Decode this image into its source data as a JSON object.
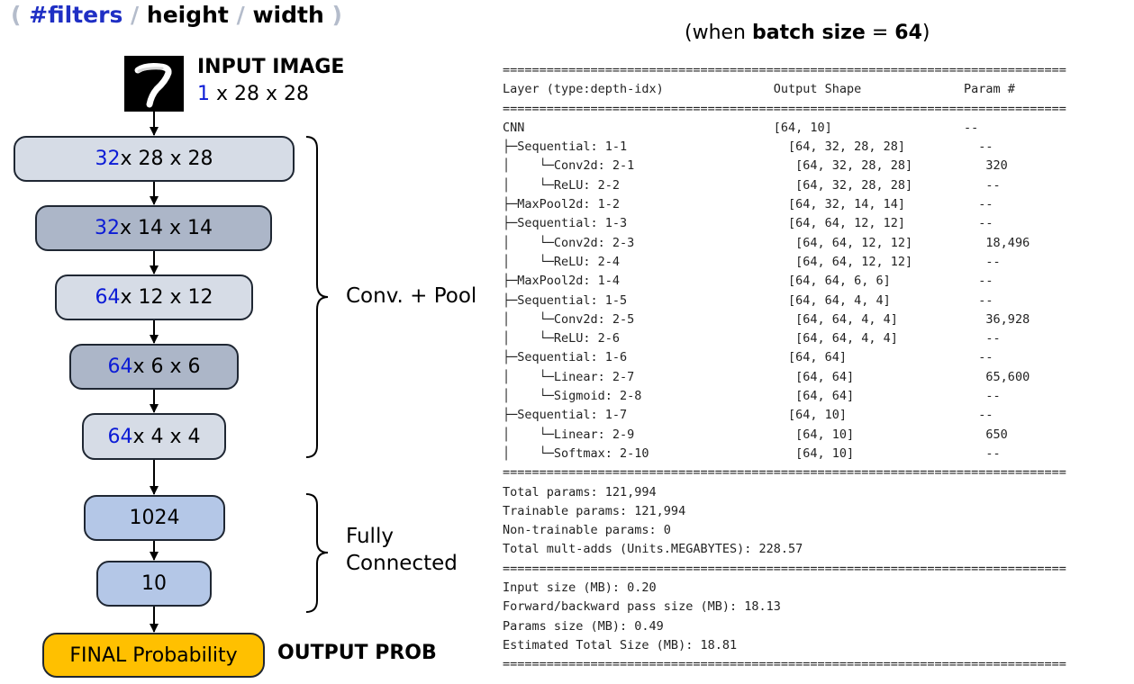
{
  "legend": {
    "open": "(",
    "filters": "#filters",
    "sep1": "/",
    "height": "height",
    "sep2": "/",
    "width": "width",
    "close": ")"
  },
  "batch_note": {
    "prefix": "(when ",
    "bold": "batch size",
    "eq": " = ",
    "value": "64",
    "suffix": ")"
  },
  "input": {
    "title": "INPUT IMAGE",
    "filters": "1",
    "dims": " x 28 x 28",
    "digit": "7"
  },
  "conv_layers": [
    {
      "filters": "32",
      "dims": " x 28 x 28"
    },
    {
      "filters": "32",
      "dims": " x 14 x 14"
    },
    {
      "filters": "64",
      "dims": " x 12 x 12"
    },
    {
      "filters": "64",
      "dims": " x 6 x 6"
    },
    {
      "filters": "64",
      "dims": " x 4 x 4"
    }
  ],
  "fc_layers": [
    {
      "label": "1024"
    },
    {
      "label": "10"
    }
  ],
  "final": {
    "label": "FINAL Probability",
    "tag": "OUTPUT PROB"
  },
  "groups": {
    "conv": "Conv. + Pool",
    "fc_line1": "Fully",
    "fc_line2": "Connected"
  },
  "summary": {
    "lines": [
      "=============================================================================",
      "Layer (type:depth-idx)               Output Shape              Param #",
      "=============================================================================",
      "CNN                                  [64, 10]                  --",
      "├─Sequential: 1-1                      [64, 32, 28, 28]          --",
      "│    └─Conv2d: 2-1                      [64, 32, 28, 28]          320",
      "│    └─ReLU: 2-2                        [64, 32, 28, 28]          --",
      "├─MaxPool2d: 1-2                       [64, 32, 14, 14]          --",
      "├─Sequential: 1-3                      [64, 64, 12, 12]          --",
      "│    └─Conv2d: 2-3                      [64, 64, 12, 12]          18,496",
      "│    └─ReLU: 2-4                        [64, 64, 12, 12]          --",
      "├─MaxPool2d: 1-4                       [64, 64, 6, 6]            --",
      "├─Sequential: 1-5                      [64, 64, 4, 4]            --",
      "│    └─Conv2d: 2-5                      [64, 64, 4, 4]            36,928",
      "│    └─ReLU: 2-6                        [64, 64, 4, 4]            --",
      "├─Sequential: 1-6                      [64, 64]                  --",
      "│    └─Linear: 2-7                      [64, 64]                  65,600",
      "│    └─Sigmoid: 2-8                     [64, 64]                  --",
      "├─Sequential: 1-7                      [64, 10]                  --",
      "│    └─Linear: 2-9                      [64, 10]                  650",
      "│    └─Softmax: 2-10                    [64, 10]                  --",
      "=============================================================================",
      "Total params: 121,994",
      "Trainable params: 121,994",
      "Non-trainable params: 0",
      "Total mult-adds (Units.MEGABYTES): 228.57",
      "=============================================================================",
      "Input size (MB): 0.20",
      "Forward/backward pass size (MB): 18.13",
      "Params size (MB): 0.49",
      "Estimated Total Size (MB): 18.81",
      "============================================================================="
    ]
  }
}
